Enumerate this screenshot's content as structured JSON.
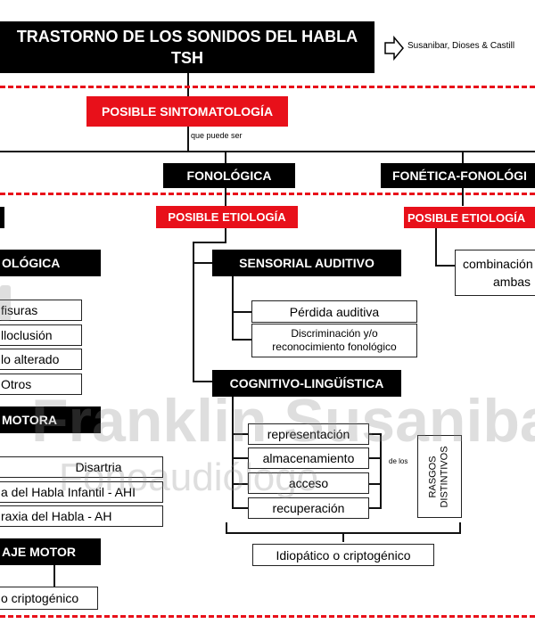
{
  "header": {
    "title_line1": "TRASTORNO DE LOS SONIDOS DEL HABLA",
    "title_line2": "TSH",
    "source": "Susanibar, Dioses & Castill"
  },
  "level1": {
    "sintomatologia": "POSIBLE SINTOMATOLOGÍA",
    "que_puede_ser": "que puede ser",
    "fonologica": "FONOLÓGICA",
    "fonetica": "FONÉTICA-FONOLÓGI"
  },
  "left_column": {
    "heading1": "OLÓGICA",
    "items1": [
      "fisuras",
      "lloclusión",
      "lo alterado",
      "Otros"
    ],
    "heading2": "MOTORA",
    "items2": [
      "Disartria",
      "a del Habla Infantil - AHI",
      "raxia del Habla - AH"
    ],
    "heading3": "AJE MOTOR",
    "bottom_item": "o criptogénico"
  },
  "center": {
    "etiologia": "POSIBLE ETIOLOGÍA",
    "sensorial": "SENSORIAL AUDITIVO",
    "perdida": "Pérdida auditiva",
    "discriminacion_1": "Discriminación y/o",
    "discriminacion_2": "reconocimiento fonológico",
    "cognitivo": "COGNITIVO-LINGÜÍSTICA",
    "processes": [
      "representación",
      "almacenamiento",
      "acceso",
      "recuperación"
    ],
    "de_los": "de los",
    "rasgos_1": "RASGOS",
    "rasgos_2": "DISTINTIVOS",
    "idiopatico": "Idiopático o criptogénico"
  },
  "right_column": {
    "etiologia": "POSIBLE ETIOLOGÍA",
    "combinacion_1": "combinación",
    "combinacion_2": "ambas"
  },
  "watermark": {
    "line1": "Franklin Susanibar",
    "line2": "Fonoaudiólogo"
  }
}
